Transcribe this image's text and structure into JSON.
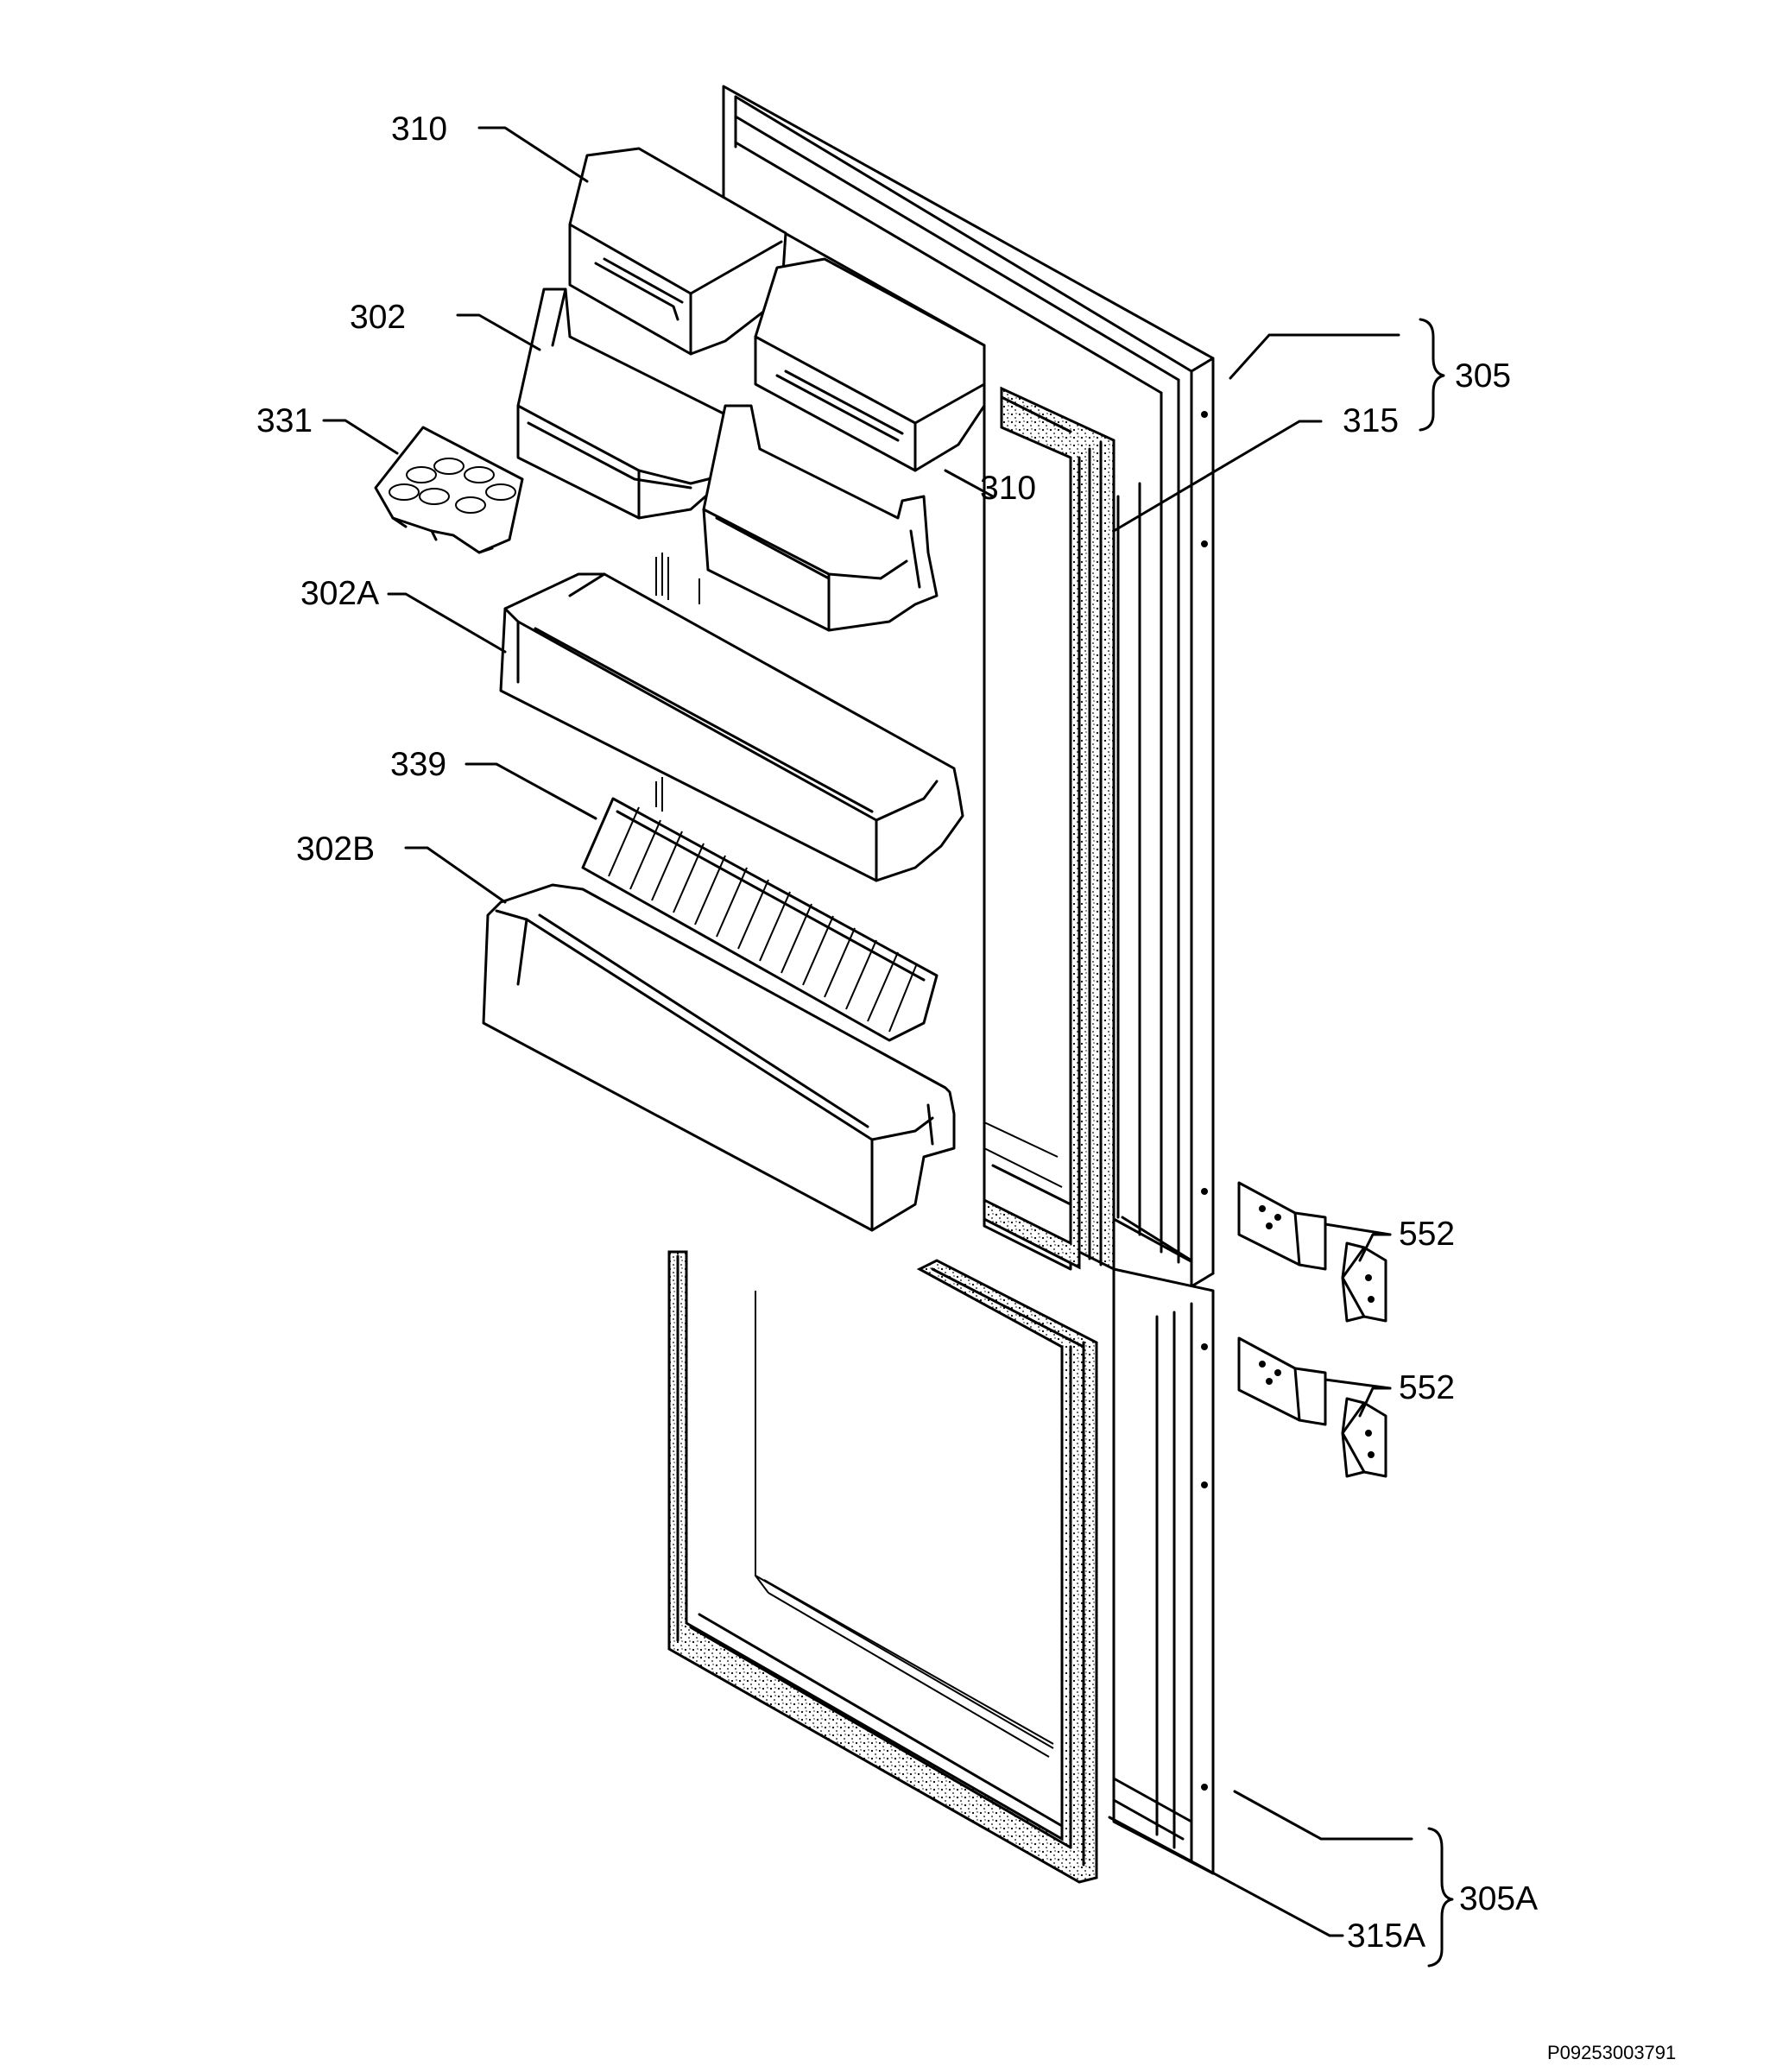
{
  "labels": {
    "p310_top": "310",
    "p302": "302",
    "p331": "331",
    "p310_mid": "310",
    "p302a": "302A",
    "p339": "339",
    "p302b": "302B",
    "p305": "305",
    "p315": "315",
    "p552_top": "552",
    "p552_bottom": "552",
    "p305a": "305A",
    "p315a": "315A"
  },
  "document_code": "P09253003791"
}
